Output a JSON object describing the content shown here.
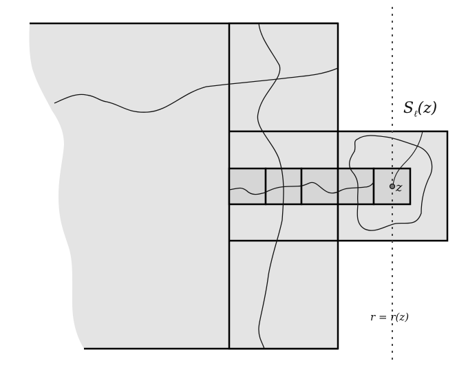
{
  "diagram": {
    "type": "domain-decomposition-figure",
    "colors": {
      "region_fill": "#e4e4e4",
      "strip_fill": "#d6d6d6",
      "stroke": "#000000",
      "dotted_line": "#444444"
    },
    "labels": {
      "set_label_main": "S",
      "set_label_sub": "ℓ",
      "set_label_arg": "(z)",
      "point_label": "z",
      "line_label": "r = r(z)"
    },
    "elements": [
      "wavy-left-region",
      "central-column-box",
      "right-box",
      "strip-of-five-cells",
      "dotted-vertical-line",
      "crossing-curves",
      "loop-around-point"
    ]
  }
}
